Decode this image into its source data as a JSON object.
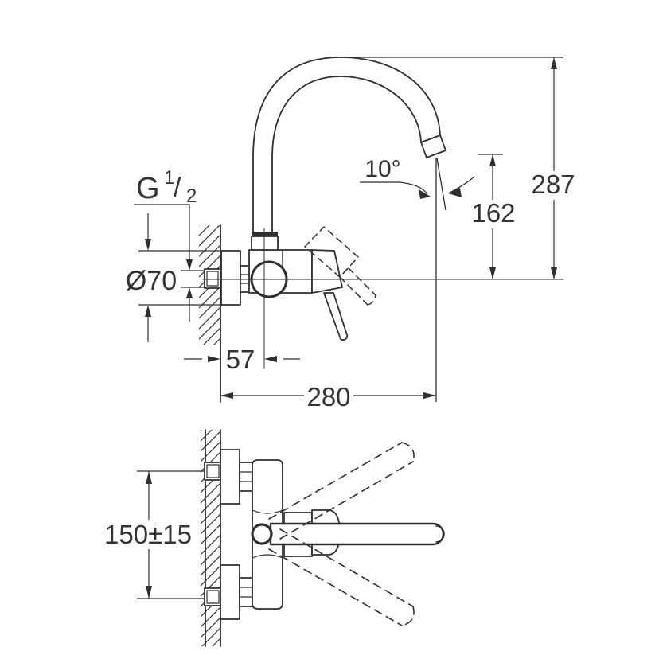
{
  "drawing": {
    "type": "technical-dimension-drawing",
    "subject": "wall-mounted single-lever sink mixer, side view and plan view",
    "background": "#ffffff",
    "line_color": "#2f2f2f",
    "text_color": "#333333",
    "labels": {
      "thread": {
        "prefix": "G",
        "numerator": "1",
        "slash": "/",
        "denominator": "2"
      },
      "flange_diameter": "Ø70",
      "wall_to_spout_axis": "57",
      "spout_reach": "280",
      "total_height": "287",
      "outlet_height": "162",
      "outlet_angle": "10°",
      "connection_spacing": "150±15"
    }
  }
}
